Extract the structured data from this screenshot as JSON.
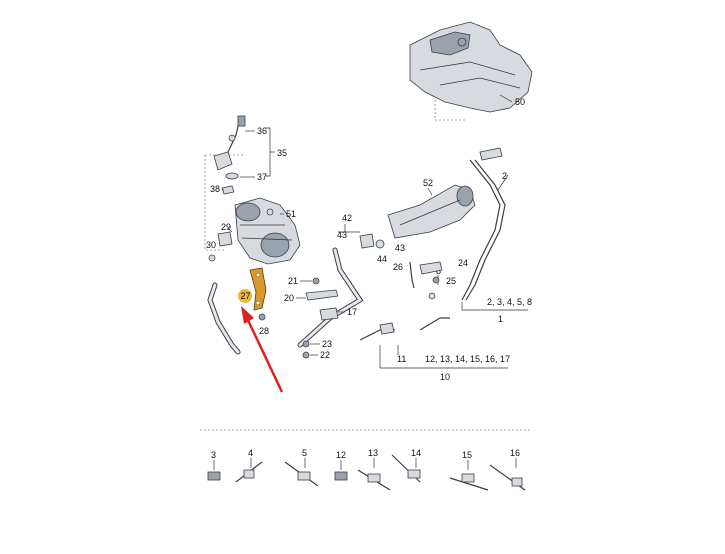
{
  "colors": {
    "highlight": "#e9b93a",
    "highlight_part": "#d89a2a",
    "arrow": "#e02020"
  },
  "labels": {
    "l1": "1",
    "l2": "2",
    "l2358": "2, 3, 4, 5, 8",
    "l8": "8",
    "l10": "10",
    "l11": "11",
    "l1216": "12, 13, 14, 15, 16, 17",
    "l17": "17",
    "l20": "20",
    "l21": "21",
    "l22": "22",
    "l23": "23",
    "l24": "24",
    "l25": "25",
    "l26": "26",
    "l27": "27",
    "l28": "28",
    "l29": "29",
    "l30": "30",
    "l35": "35",
    "l36": "36",
    "l37": "37",
    "l38": "38",
    "l42": "42",
    "l43a": "43",
    "l43b": "43",
    "l44": "44",
    "l50": "50",
    "l51": "51",
    "l52": "52"
  },
  "bottom_row": {
    "b3": "3",
    "b4": "4",
    "b5": "5",
    "b12": "12",
    "b13": "13",
    "b14": "14",
    "b15": "15",
    "b16": "16"
  }
}
